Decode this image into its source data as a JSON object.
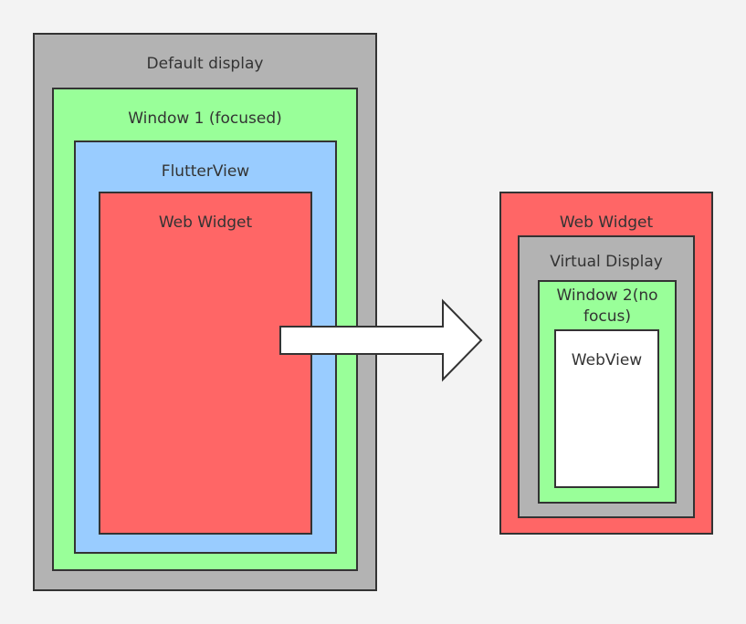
{
  "colors": {
    "gray": "#b3b3b3",
    "green": "#99ff99",
    "blue": "#99ccff",
    "red": "#ff6666",
    "white": "#ffffff",
    "border": "#333333",
    "background": "#f3f3f3"
  },
  "left_stack": {
    "default_display": "Default display",
    "window1": "Window 1 (focused)",
    "flutter_view": "FlutterView",
    "web_widget": "Web Widget"
  },
  "right_stack": {
    "web_widget": "Web Widget",
    "virtual_display": "Virtual Display",
    "window2": "Window 2(no focus)",
    "webview": "WebView"
  }
}
